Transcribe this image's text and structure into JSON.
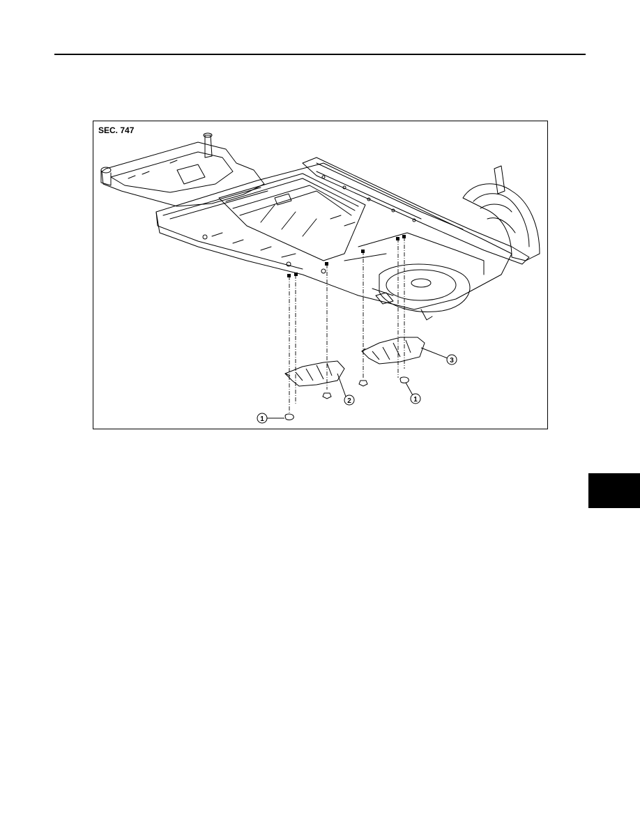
{
  "figure": {
    "section_label": "SEC. 747",
    "callouts": [
      {
        "id": "callout-1-left",
        "number": "1"
      },
      {
        "id": "callout-2",
        "number": "2"
      },
      {
        "id": "callout-1-right",
        "number": "1"
      },
      {
        "id": "callout-3",
        "number": "3"
      }
    ]
  },
  "colors": {
    "ink": "#000000",
    "paper": "#ffffff",
    "side_tab": "#000000"
  }
}
